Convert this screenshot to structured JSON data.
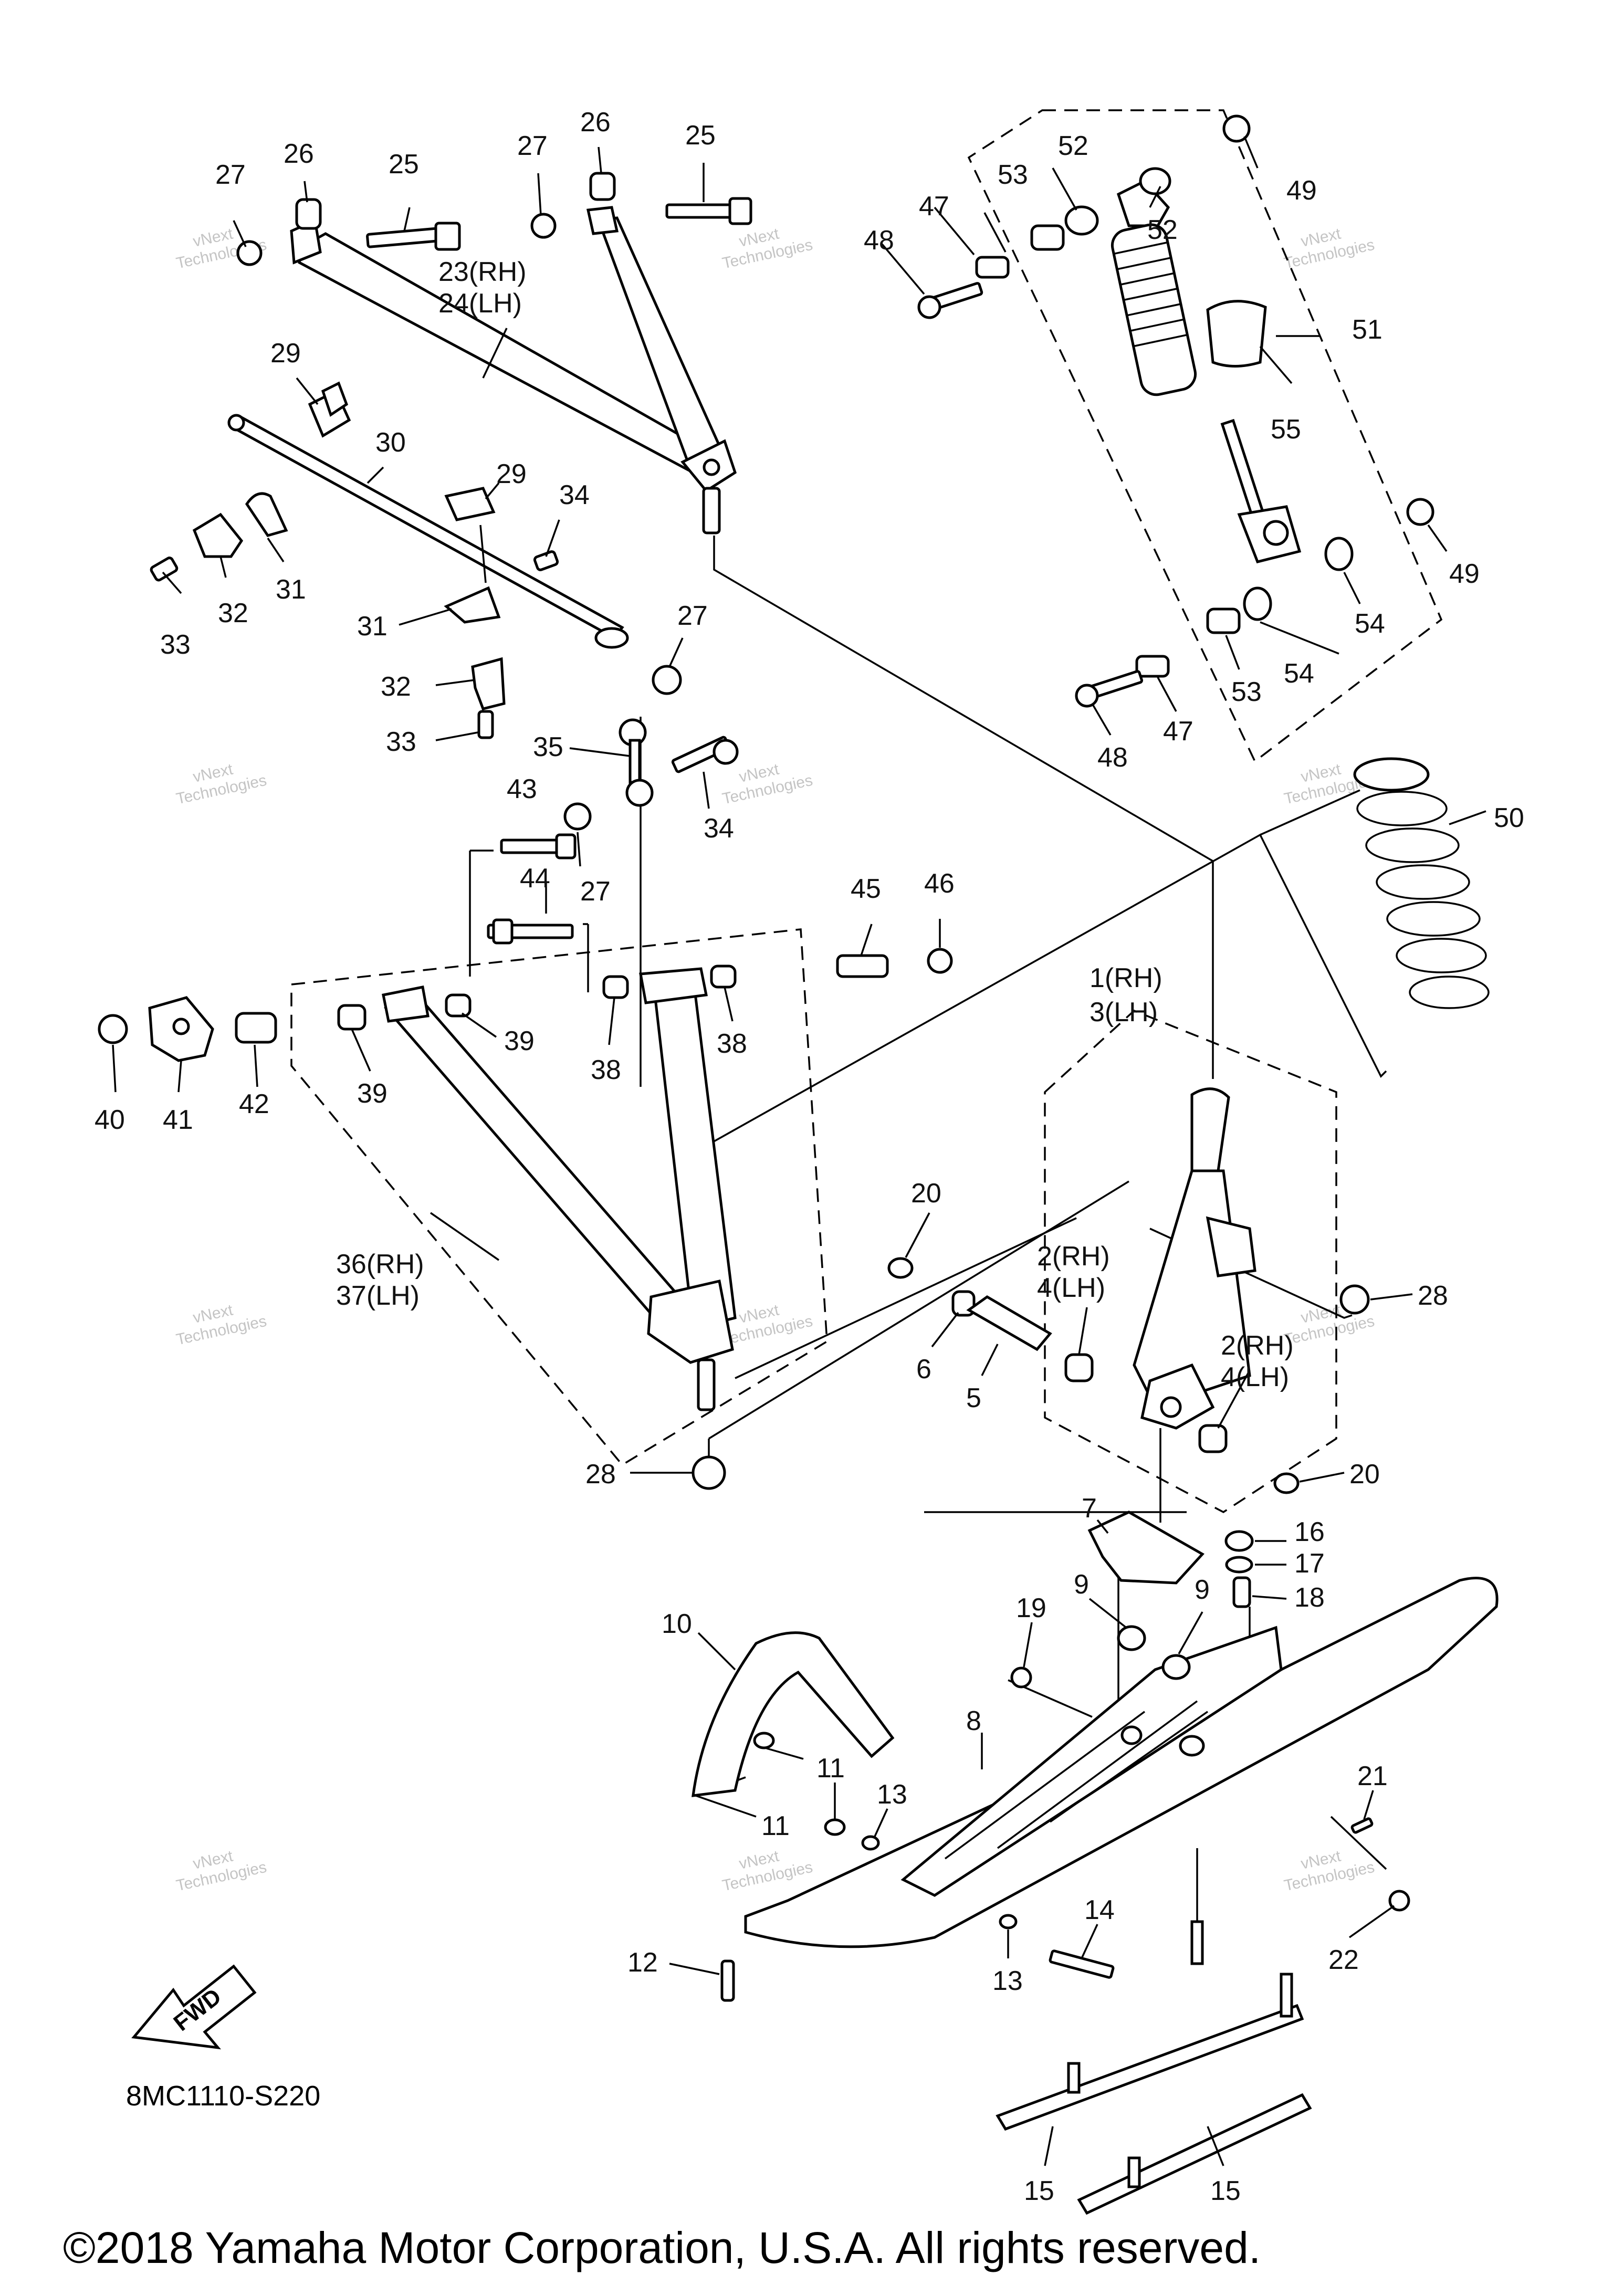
{
  "watermark": {
    "line1": "vNext",
    "line2": "Technologies"
  },
  "copyright": "©2018 Yamaha Motor Corporation, U.S.A. All rights reserved.",
  "diagram_code": "8MC1110-S220",
  "fwd_label": "FWD",
  "callouts": {
    "c25a": "25",
    "c26a": "26",
    "c27a": "27",
    "c25b": "25",
    "c26b": "26",
    "c27b": "27",
    "c23": "23(RH)",
    "c24": "24(LH)",
    "c29a": "29",
    "c30": "30",
    "c29b": "29",
    "c34a": "34",
    "c31a": "31",
    "c32a": "32",
    "c33a": "33",
    "c31b": "31",
    "c32b": "32",
    "c33b": "33",
    "c27c": "27",
    "c35": "35",
    "c34b": "34",
    "c43": "43",
    "c27d": "27",
    "c44": "44",
    "c45": "45",
    "c46": "46",
    "c40": "40",
    "c41": "41",
    "c42": "42",
    "c39a": "39",
    "c39b": "39",
    "c38a": "38",
    "c38b": "38",
    "c36": "36(RH)",
    "c37": "37(LH)",
    "c28a": "28",
    "c1": "1(RH)",
    "c3": "3(LH)",
    "c20a": "20",
    "c6": "6",
    "c5": "5",
    "c2a": "2(RH)",
    "c4a": "4(LH)",
    "c2b": "2(RH)",
    "c4b": "4(LH)",
    "c28b": "28",
    "c20b": "20",
    "c7": "7",
    "c16": "16",
    "c17": "17",
    "c18": "18",
    "c9a": "9",
    "c9b": "9",
    "c19": "19",
    "c10": "10",
    "c8": "8",
    "c11a": "11",
    "c11b": "11",
    "c13a": "13",
    "c13b": "13",
    "c21": "21",
    "c22": "22",
    "c12": "12",
    "c14": "14",
    "c15a": "15",
    "c15b": "15",
    "c52a": "52",
    "c52b": "52",
    "c49a": "49",
    "c53a": "53",
    "c47a": "47",
    "c48a": "48",
    "c51": "51",
    "c55": "55",
    "c49b": "49",
    "c54a": "54",
    "c54b": "54",
    "c53b": "53",
    "c47b": "47",
    "c48b": "48",
    "c50": "50"
  }
}
